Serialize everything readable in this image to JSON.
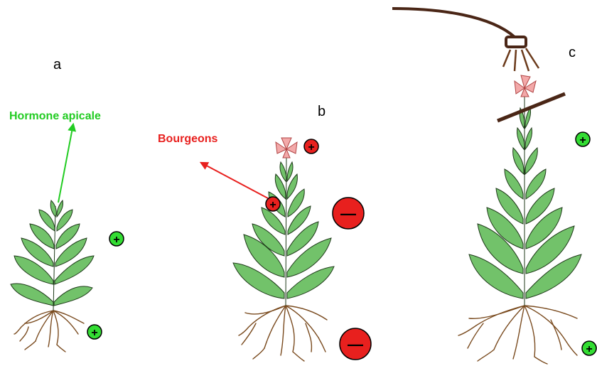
{
  "panels": {
    "a": {
      "letter": "a",
      "label": "Hormone apicale"
    },
    "b": {
      "letter": "b",
      "label": "Bourgeons"
    },
    "c": {
      "letter": "c"
    }
  },
  "symbols": {
    "plus": "+",
    "minus": "—"
  },
  "colors": {
    "green_label": "#22cc22",
    "red_label": "#e8201e",
    "leaf_fill": "#72c26a",
    "leaf_stroke": "#1f3a1a",
    "root": "#7a4b1f",
    "plus_green": "#33dd33",
    "plus_red": "#e8201e",
    "minus_red": "#e8201e",
    "flower": "#f3a9a9",
    "cable": "#4a2616",
    "lamp": "#6b3a1b"
  }
}
